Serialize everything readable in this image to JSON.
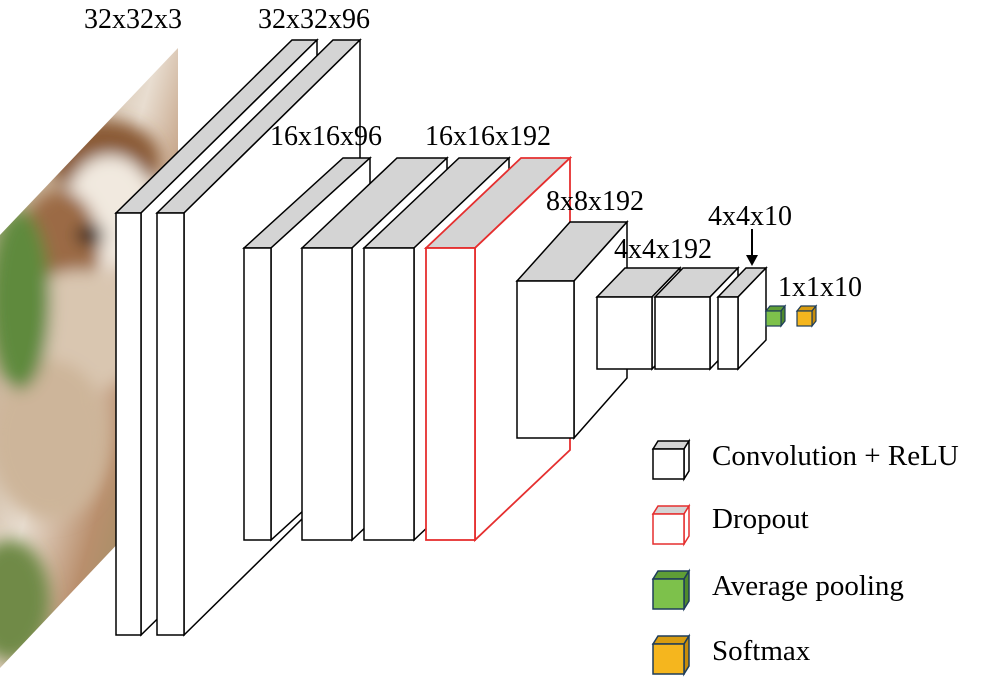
{
  "diagram": {
    "input_image": "input-photo",
    "labels": {
      "input": "32x32x3",
      "conv1": "32x32x96",
      "pool1": "16x16x96",
      "conv2": "16x16x192",
      "pool2": "8x8x192",
      "conv3": "4x4x192",
      "conv4": "4x4x10",
      "output": "1x1x10"
    },
    "legend": [
      {
        "label": "Convolution + ReLU",
        "color": "#ffffff",
        "icon": "cube-icon"
      },
      {
        "label": "Dropout",
        "color": "#e52f2f",
        "icon": "cube-icon"
      },
      {
        "label": "Average pooling",
        "color": "#7dc14b",
        "icon": "cube-icon"
      },
      {
        "label": "Softmax",
        "color": "#f5b61e",
        "icon": "cube-icon"
      }
    ],
    "colors": {
      "block_top": "#d4d4d4",
      "block_face": "#ffffff",
      "dropout_border": "#e52f2f",
      "avg_pool": "#7dc14b",
      "softmax": "#f5b61e"
    }
  }
}
